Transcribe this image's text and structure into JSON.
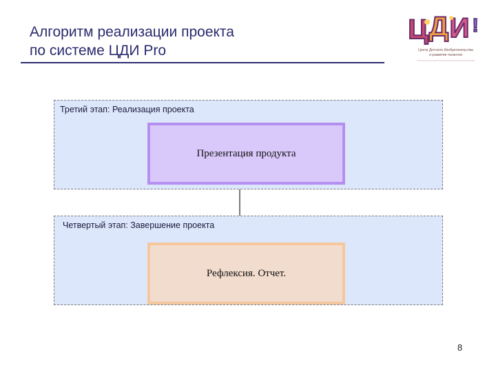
{
  "slide": {
    "title_line1": "Алгоритм реализации проекта",
    "title_line2": "по системе ЦДИ Pro",
    "page_number": "8"
  },
  "logo": {
    "name": "ЦДИ logo",
    "caption_line1": "Центр Детского Изобретательства",
    "caption_line2": "и развития талантов"
  },
  "stages": [
    {
      "label": "Третий этап: Реализация проекта",
      "box_text": "Презентация продукта"
    },
    {
      "label": "Четвертый этап: Завершение проекта",
      "box_text": "Рефлексия. Отчет."
    }
  ],
  "colors": {
    "title": "#2a2a6e",
    "stage_bg": "#dde7fb",
    "box1_fill": "#d9c9fb",
    "box1_border": "#b58ff0",
    "box2_fill": "#f2dccd",
    "box2_border": "#f5c79d"
  }
}
